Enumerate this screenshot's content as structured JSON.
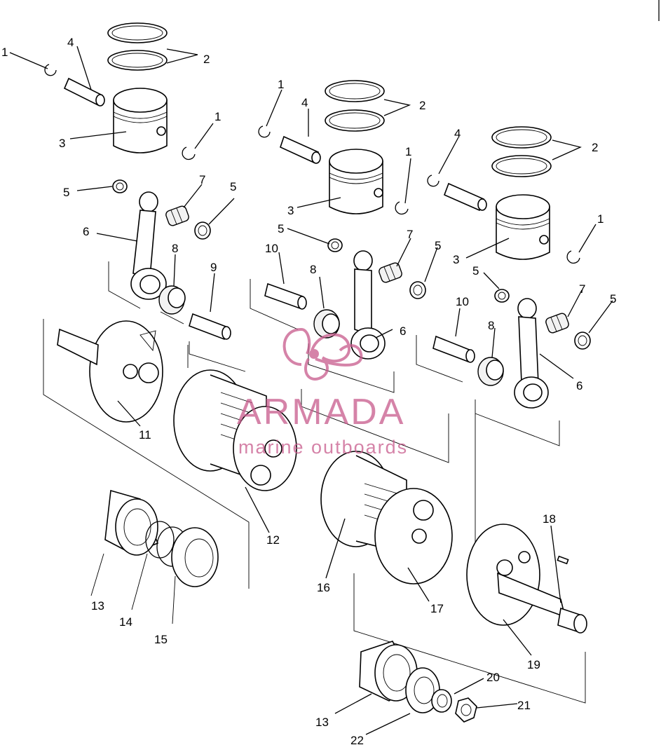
{
  "watermark": {
    "brand": "ARMADA",
    "tagline": "marine outboards",
    "color": "#c85a8c"
  },
  "callouts": [
    "1",
    "2",
    "3",
    "4",
    "5",
    "6",
    "7",
    "8",
    "9",
    "10",
    "11",
    "12",
    "13",
    "14",
    "15",
    "16",
    "17",
    "18",
    "19",
    "20",
    "21",
    "22"
  ]
}
